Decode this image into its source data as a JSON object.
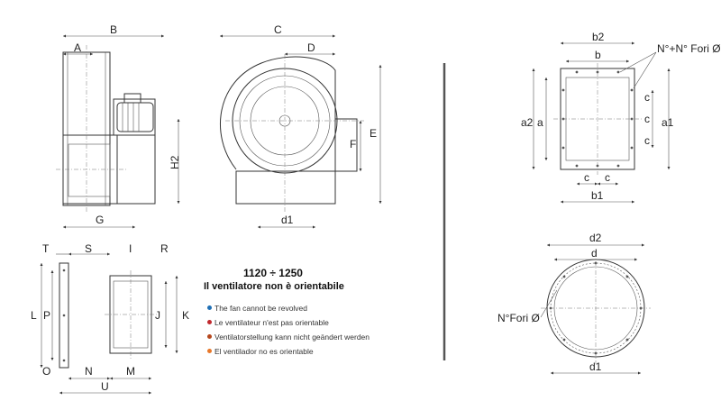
{
  "dimension_labels": {
    "A": "A",
    "B": "B",
    "C": "C",
    "D": "D",
    "E": "E",
    "F": "F",
    "G": "G",
    "H2": "H2",
    "d1": "d1",
    "T": "T",
    "S": "S",
    "I": "I",
    "R": "R",
    "L": "L",
    "P": "P",
    "J": "J",
    "K": "K",
    "O": "O",
    "N": "N",
    "M": "M",
    "U": "U"
  },
  "flange_square": {
    "b2": "b2",
    "b": "b",
    "b1": "b1",
    "a2": "a2",
    "a": "a",
    "a1": "a1",
    "c": "c",
    "holes": "N°+N° Fori Ø"
  },
  "flange_round": {
    "d2": "d2",
    "d": "d",
    "d1": "d1",
    "holes": "N°Fori Ø"
  },
  "notes": {
    "model_range": "1120 ÷ 1250",
    "title": "Il ventilatore non è orientabile",
    "lines": [
      {
        "text": "The fan cannot be revolved",
        "color": "#1f6fb5"
      },
      {
        "text": "Le ventilateur n'est pas orientable",
        "color": "#c0282d"
      },
      {
        "text": "Ventilatorstellung kann nicht geändert werden",
        "color": "#b5471d"
      },
      {
        "text": "El ventilador no es orientable",
        "color": "#e8782a"
      }
    ]
  }
}
